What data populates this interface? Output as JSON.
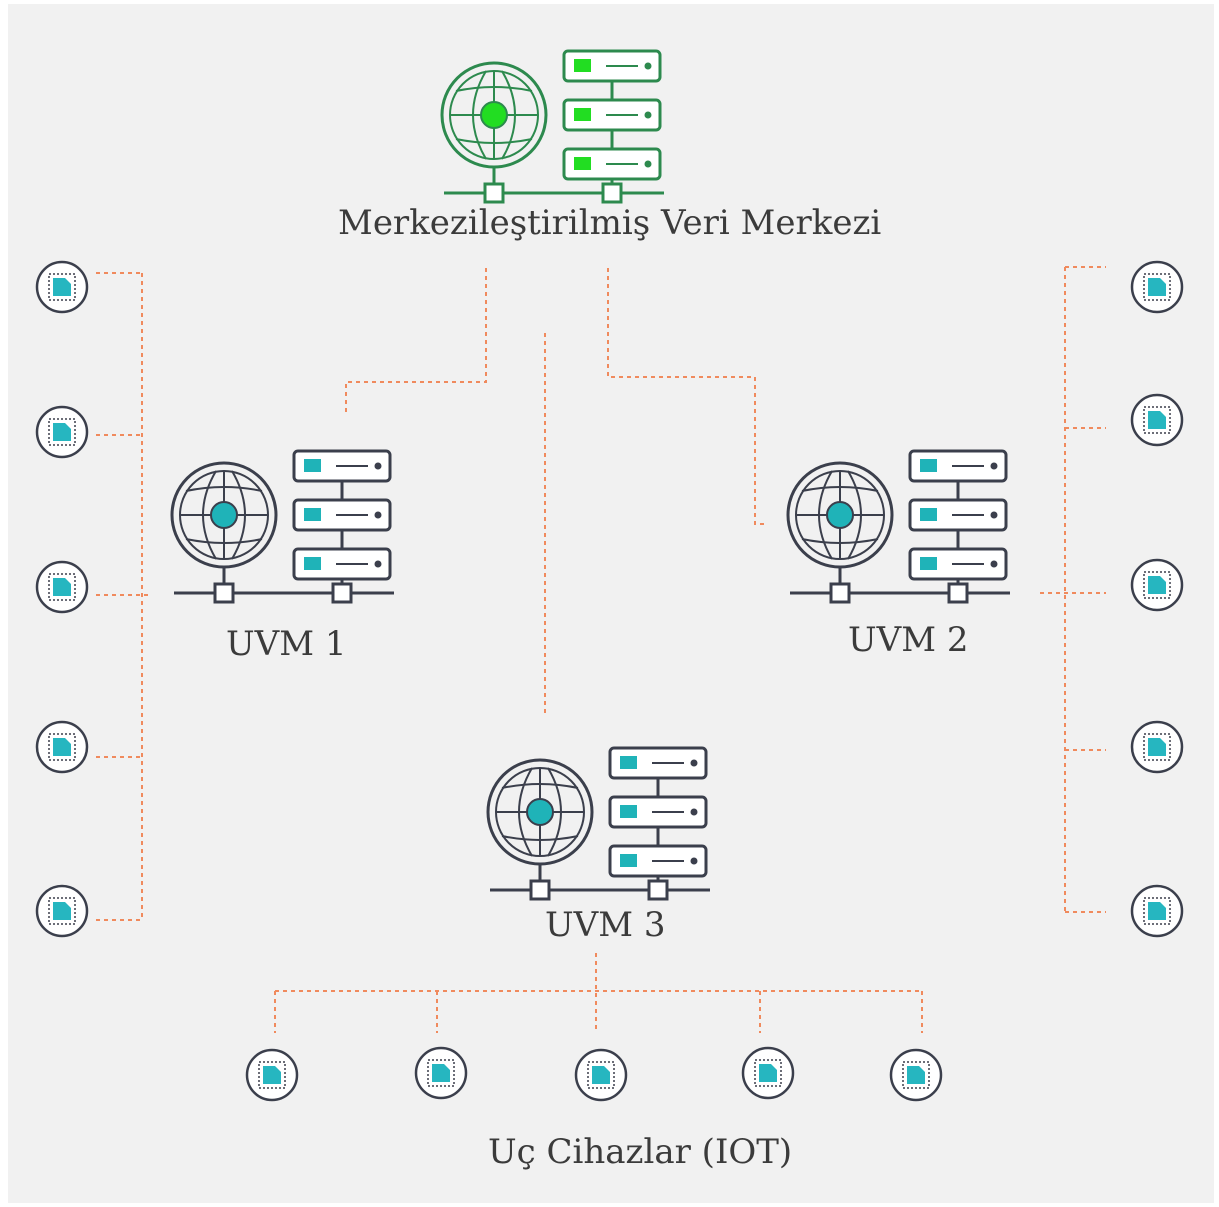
{
  "colors": {
    "background": "#f1f1f1",
    "line": "#f08a5d",
    "main_accent": "#22dd22",
    "main_stroke": "#2d8a4e",
    "edge_accent": "#1fb3b8",
    "edge_stroke": "#3b3f4c",
    "device_accent": "#26b6c0"
  },
  "central": {
    "title": "Merkezileştirilmiş Veri Merkezi",
    "icon": "globe-server-icon"
  },
  "edge_nodes": [
    {
      "label": "UVM 1",
      "icon": "globe-server-icon"
    },
    {
      "label": "UVM 2",
      "icon": "globe-server-icon"
    },
    {
      "label": "UVM 3",
      "icon": "globe-server-icon"
    }
  ],
  "devices": {
    "label": "Uç Cihazlar (IOT)",
    "icon": "chip-icon"
  }
}
